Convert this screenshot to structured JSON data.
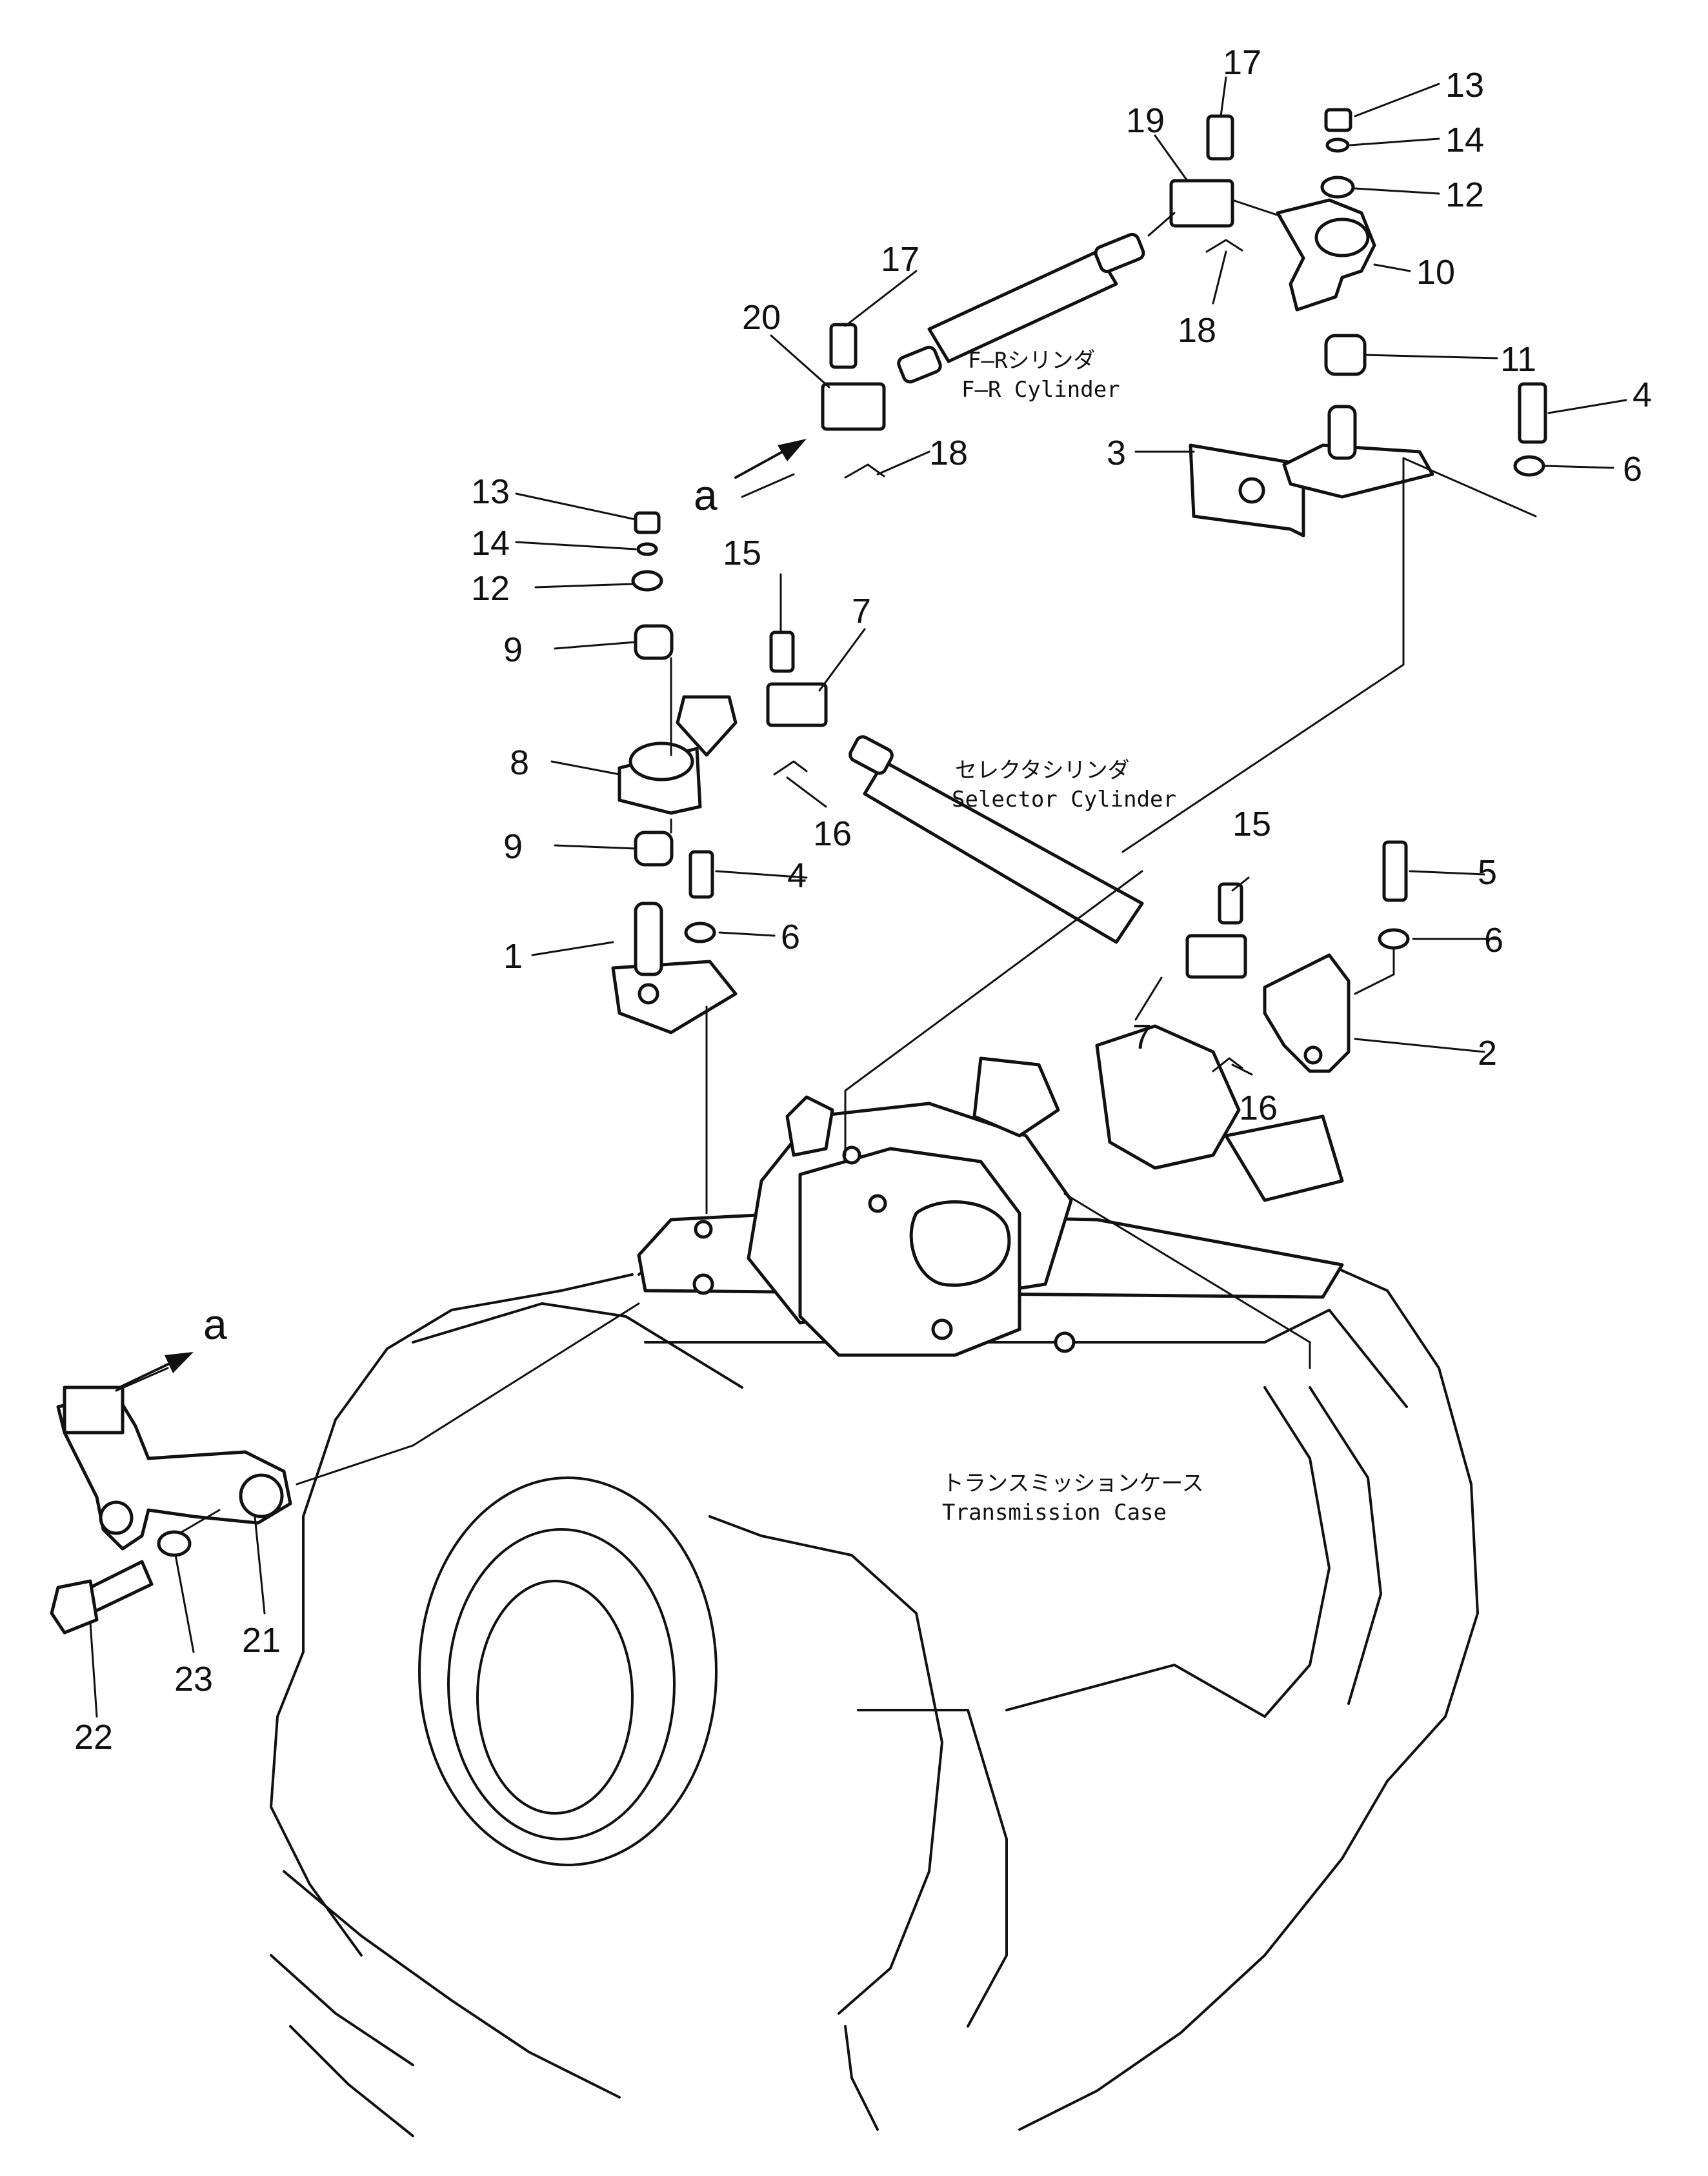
{
  "callouts": [
    "1",
    "2",
    "3",
    "4",
    "4",
    "5",
    "6",
    "6",
    "6",
    "7",
    "7",
    "8",
    "9",
    "9",
    "10",
    "11",
    "12",
    "12",
    "13",
    "13",
    "14",
    "14",
    "15",
    "15",
    "16",
    "16",
    "17",
    "17",
    "18",
    "18",
    "19",
    "20",
    "21",
    "22",
    "23"
  ],
  "view_marks": [
    "a",
    "a"
  ],
  "captions": {
    "fr_cylinder_jp": "F—Rシリンダ",
    "fr_cylinder_en": "F—R  Cylinder",
    "selector_cylinder_jp": "セレクタシリンダ",
    "selector_cylinder_en": "Selector  Cylinder",
    "transmission_case_jp": "トランスミッションケース",
    "transmission_case_en": "Transmission  Case"
  }
}
